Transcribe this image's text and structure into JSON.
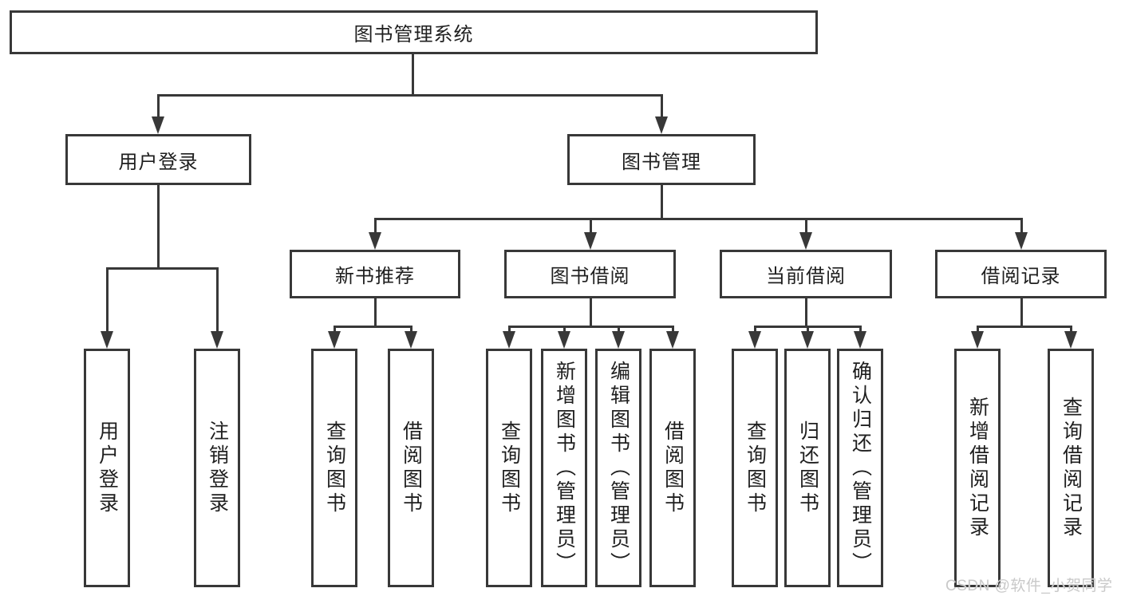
{
  "nodes": {
    "root": "图书管理系统",
    "level2": [
      "用户登录",
      "图书管理"
    ],
    "level3": [
      "新书推荐",
      "图书借阅",
      "当前借阅",
      "借阅记录"
    ],
    "leaves_user_login": [
      "用户登录",
      "注销登录"
    ],
    "leaves_new_book": [
      "查询图书",
      "借阅图书"
    ],
    "leaves_book_borrow": [
      "查询图书",
      "新增图书（管理员）",
      "编辑图书（管理员）",
      "借阅图书"
    ],
    "leaves_current_borrow": [
      "查询图书",
      "归还图书",
      "确认归还（管理员）"
    ],
    "leaves_borrow_record": [
      "新增借阅记录",
      "查询借阅记录"
    ]
  },
  "watermark": "CSDN @软件_小贺同学",
  "colors": {
    "line": "#383838",
    "text": "#1f1f1f",
    "watermark": "#c9c9c9",
    "background": "#ffffff"
  }
}
